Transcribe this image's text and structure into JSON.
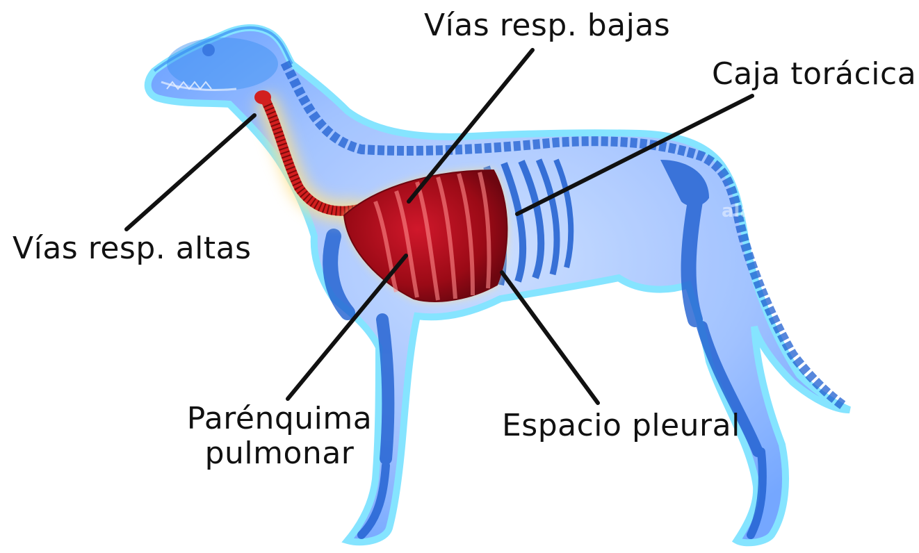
{
  "labels": {
    "vias_bajas": "Vías resp. bajas",
    "caja_toracica": "Caja torácica",
    "vias_altas": "Vías resp. altas",
    "parenquima_line1": "Parénquima",
    "parenquima_line2": "pulmonar",
    "espacio_pleural": "Espacio pleural"
  },
  "watermark": "alamy",
  "colors": {
    "body_blue": "#3a8ff0",
    "outline_cyan": "#7fe3ff",
    "lung_red": "#9b0a16",
    "trachea_red": "#d21f1f",
    "glow_yellow": "#ffe08a",
    "leader_line": "#111111"
  }
}
